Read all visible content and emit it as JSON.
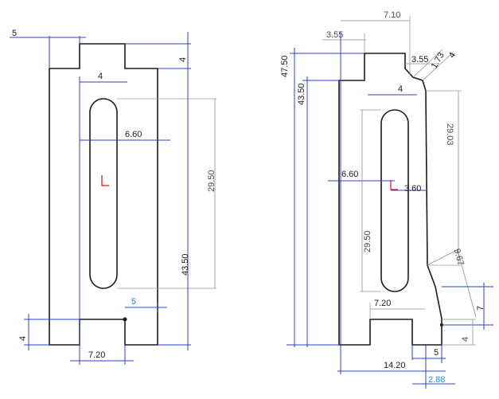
{
  "left_view": {
    "dims": {
      "top_tab_width": "5",
      "shoulder_height": "4",
      "slot_width": "4",
      "center_offset": "6.60",
      "slot_length": "29.50",
      "overall_height": "43.50",
      "notch_offset": "5",
      "bottom_notch_height": "4",
      "bottom_notch_width": "7.20"
    }
  },
  "right_view": {
    "dims": {
      "top_offset": "7.10",
      "top_small": "3.55",
      "chamfer_width": "3.55",
      "chamfer_angle_a": "1.73",
      "chamfer_angle_b": "4",
      "overall_height": "47.50",
      "main_height": "43.50",
      "slot_width": "4",
      "right_height": "29.03",
      "center_offset": "6.60",
      "center_to_edge": "3.60",
      "slot_length": "29.50",
      "taper_length": "9.67",
      "bottom_notch_width": "7.20",
      "step_height": "7",
      "bottom_height": "4",
      "tab_width": "5",
      "overall_width": "14.20",
      "bottom_offset": "2.88"
    }
  }
}
